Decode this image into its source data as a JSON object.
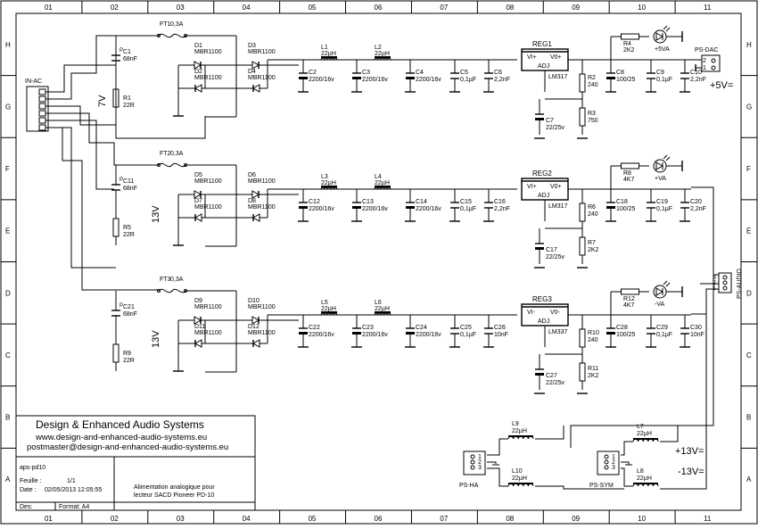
{
  "frame": {
    "cols": [
      "01",
      "02",
      "03",
      "04",
      "05",
      "06",
      "07",
      "08",
      "09",
      "10",
      "11"
    ],
    "rows": [
      "H",
      "G",
      "F",
      "E",
      "D",
      "C",
      "B",
      "A"
    ]
  },
  "connectors": {
    "in_ac": "IN-AC",
    "ps_dac": "PS-DAC",
    "ps_audio": "PS-AUDIO",
    "ps_ha": "PS-HA",
    "ps_sym": "PS-SYM",
    "pin_numbers": [
      "1",
      "2",
      "3"
    ]
  },
  "rails": {
    "plus5": "+5V=",
    "plus13": "+13V=",
    "minus13": "-13V="
  },
  "transformer_labels": [
    "7V",
    "13V",
    "13V"
  ],
  "generic": {
    "tilde": "~",
    "pol": "P",
    "plus": "+",
    "minus": "-"
  },
  "channels": [
    {
      "fuse": "FT1",
      "fuse_val": "0,3A",
      "cx": "C1",
      "cx_val": "68nF",
      "rx": "R1",
      "rx_val": "22R",
      "diodes": [
        "D1",
        "D2",
        "D3",
        "D4"
      ],
      "diode_val": "MBR1100",
      "c_a": "C2",
      "c_a_val": "2200/16v",
      "l1": "L1",
      "l2": "L2",
      "l_val": "22µH",
      "c_b": "C3",
      "c_b_val": "2200/16v",
      "c_c": "C4",
      "c_c_val": "2200/16v",
      "c_d": "C5",
      "c_d_val": "0,1µF",
      "c_e": "C6",
      "c_e_val": "2,2nF",
      "reg": "REG1",
      "reg_in": "VI+",
      "reg_out": "V0+",
      "reg_adj": "ADJ",
      "reg_type": "LM317",
      "r_a": "R2",
      "r_a_val": "240",
      "r_b": "R3",
      "r_b_val": "750",
      "c_adj": "C7",
      "c_adj_val": "22/25v",
      "c_o1": "C8",
      "c_o1_val": "100/25",
      "c_o2": "C9",
      "c_o2_val": "0,1µF",
      "c_o3": "C10",
      "c_o3_val": "2,2nF",
      "r_led": "R4",
      "r_led_val": "2K2",
      "led_label": "+5VA"
    },
    {
      "fuse": "FT2",
      "fuse_val": "0,3A",
      "cx": "C11",
      "cx_val": "68nF",
      "rx": "R5",
      "rx_val": "22R",
      "diodes": [
        "D5",
        "D7",
        "D6",
        "D8"
      ],
      "diode_val": "MBR1100",
      "c_a": "C12",
      "c_a_val": "2200/16v",
      "l1": "L3",
      "l2": "L4",
      "l_val": "22µH",
      "c_b": "C13",
      "c_b_val": "2200/16v",
      "c_c": "C14",
      "c_c_val": "2200/16v",
      "c_d": "C15",
      "c_d_val": "0,1µF",
      "c_e": "C16",
      "c_e_val": "2,2nF",
      "reg": "REG2",
      "reg_in": "VI+",
      "reg_out": "V0+",
      "reg_adj": "ADJ",
      "reg_type": "LM317",
      "r_a": "R6",
      "r_a_val": "240",
      "r_b": "R7",
      "r_b_val": "2K2",
      "c_adj": "C17",
      "c_adj_val": "22/25v",
      "c_o1": "C18",
      "c_o1_val": "100/25",
      "c_o2": "C19",
      "c_o2_val": "0,1µF",
      "c_o3": "C20",
      "c_o3_val": "2,2nF",
      "r_led": "R8",
      "r_led_val": "4K7",
      "led_label": "+VA"
    },
    {
      "fuse": "FT3",
      "fuse_val": "0,3A",
      "cx": "C21",
      "cx_val": "68nF",
      "rx": "R9",
      "rx_val": "22R",
      "diodes": [
        "D9",
        "D11",
        "D10",
        "D12"
      ],
      "diode_val": "MBR1100",
      "c_a": "C22",
      "c_a_val": "2200/16v",
      "l1": "L5",
      "l2": "L6",
      "l_val": "22µH",
      "c_b": "C23",
      "c_b_val": "2200/16v",
      "c_c": "C24",
      "c_c_val": "2200/16v",
      "c_d": "C25",
      "c_d_val": "0,1µF",
      "c_e": "C26",
      "c_e_val": "10nF",
      "reg": "REG3",
      "reg_in": "VI-",
      "reg_out": "V0-",
      "reg_adj": "ADJ",
      "reg_type": "LM337",
      "r_a": "R10",
      "r_a_val": "240",
      "r_b": "R11",
      "r_b_val": "2K2",
      "c_adj": "C27",
      "c_adj_val": "22/25v",
      "c_o1": "C28",
      "c_o1_val": "100/25",
      "c_o2": "C29",
      "c_o2_val": "0,1µF",
      "c_o3": "C30",
      "c_o3_val": "10nF",
      "r_led": "R12",
      "r_led_val": "4K7",
      "led_label": "-VA"
    }
  ],
  "bottom": {
    "l7": "L7",
    "l8": "L8",
    "l9": "L9",
    "l10": "L10",
    "l_val": "22µH"
  },
  "title_block": {
    "company": "Design & Enhanced Audio Systems",
    "url": "www.design-and-enhanced-audio-systems.eu",
    "email": "postmaster@design-and-enhanced-audio-systems.eu",
    "project": "aps-pd10",
    "sheet_label": "Feuille :",
    "sheet_value": "1/1",
    "date_label": "Date :",
    "date_value": "02/05/2013 12:05:55",
    "desc_line1": "Alimentation analogique pour",
    "desc_line2": "lecteur SACD Pioneer PD-10",
    "des_label": "Des:",
    "format_label": "Format: A4"
  }
}
